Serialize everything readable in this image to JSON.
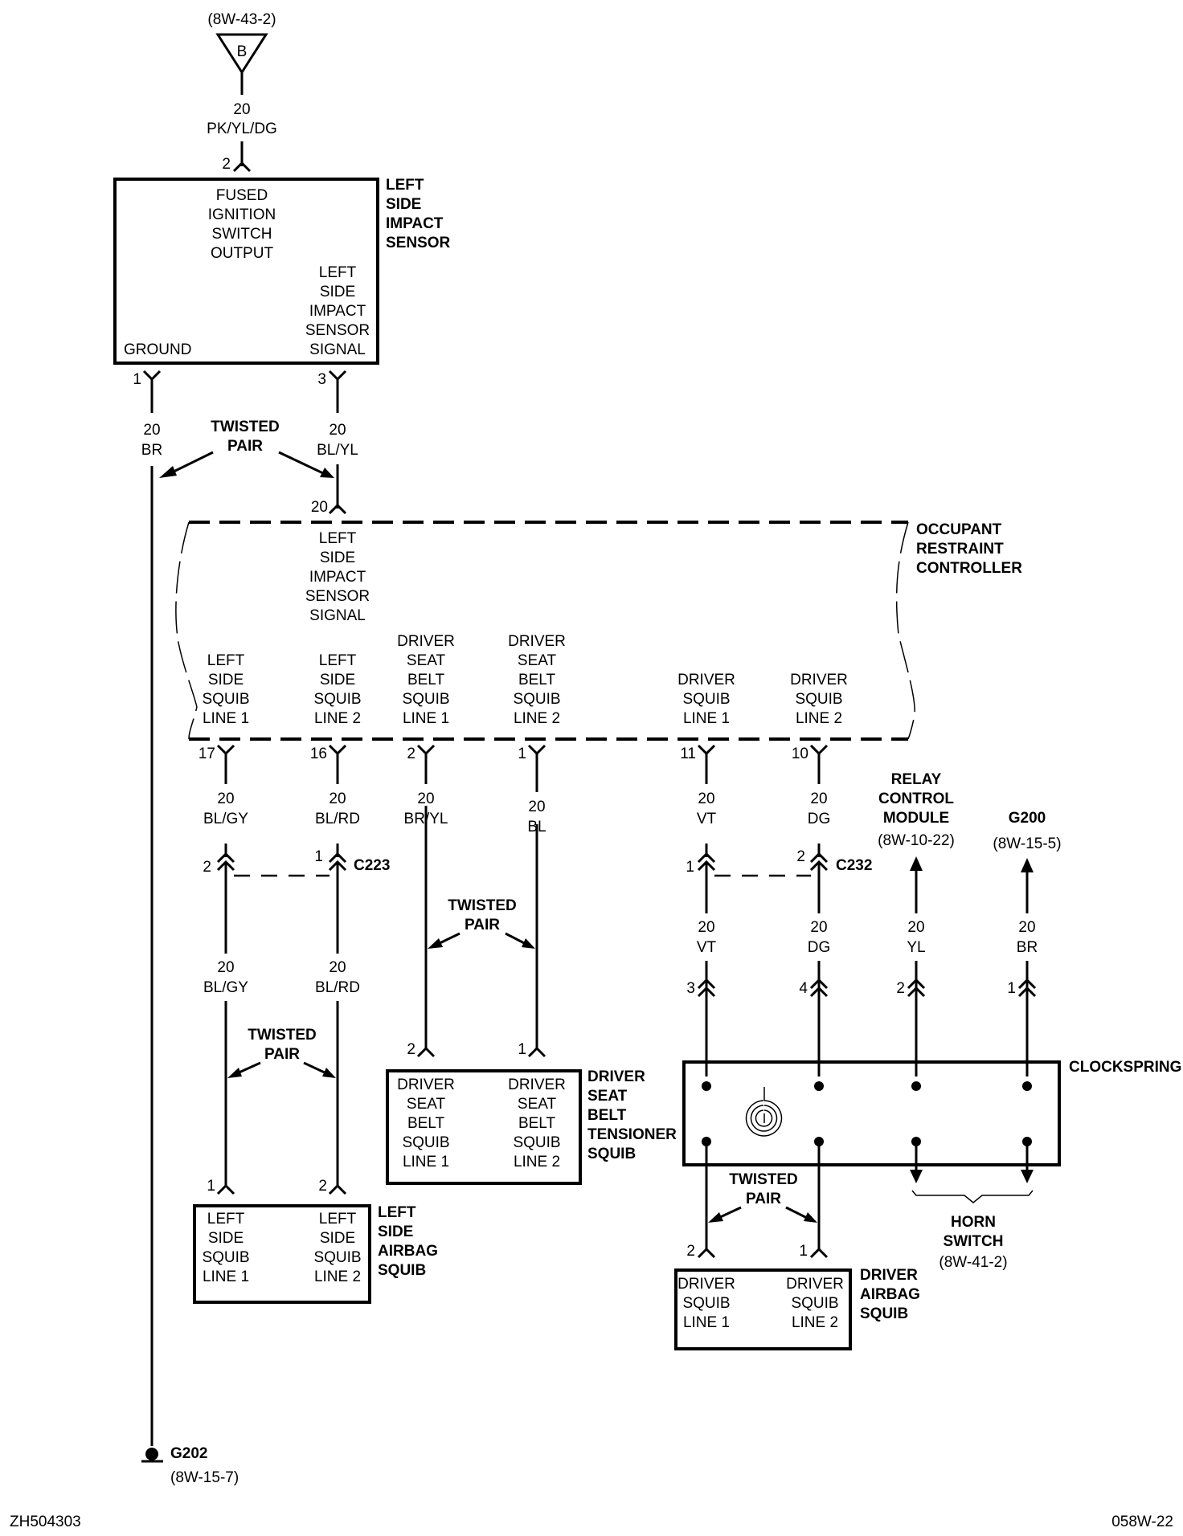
{
  "diagram": {
    "page_id": "ZH504303",
    "page_ref": "058W-22",
    "fuse_source": {
      "ref": "(8W-43-2)",
      "symbol_letter": "B",
      "wire_gauge": "20",
      "wire_color": "PK/YL/DG",
      "pin": "2"
    },
    "left_side_impact_sensor": {
      "name_lines": [
        "LEFT",
        "SIDE",
        "IMPACT",
        "SENSOR"
      ],
      "pin_fused_lines": [
        "FUSED",
        "IGNITION",
        "SWITCH",
        "OUTPUT"
      ],
      "pin_signal_lines": [
        "LEFT",
        "SIDE",
        "IMPACT",
        "SENSOR",
        "SIGNAL"
      ],
      "pin_ground": "GROUND",
      "ground_pin": "1",
      "signal_pin": "3"
    },
    "sensor_wires": {
      "ground_gauge": "20",
      "ground_color": "BR",
      "signal_gauge": "20",
      "signal_color": "BL/YL",
      "twisted_pair": [
        "TWISTED",
        "PAIR"
      ]
    },
    "occupant_restraint_controller": {
      "name_lines": [
        "OCCUPANT",
        "RESTRAINT",
        "CONTROLLER"
      ],
      "signal_input_pin": "20",
      "signal_input_lines": [
        "LEFT",
        "SIDE",
        "IMPACT",
        "SENSOR",
        "SIGNAL"
      ],
      "outputs": [
        {
          "lines": [
            "LEFT",
            "SIDE",
            "SQUIB",
            "LINE 1"
          ],
          "pin": "17",
          "gauge": "20",
          "color": "BL/GY"
        },
        {
          "lines": [
            "LEFT",
            "SIDE",
            "SQUIB",
            "LINE 2"
          ],
          "pin": "16",
          "gauge": "20",
          "color": "BL/RD"
        },
        {
          "lines": [
            "DRIVER",
            "SEAT",
            "BELT",
            "SQUIB",
            "LINE 1"
          ],
          "pin": "2",
          "gauge": "20",
          "color": "BR/YL"
        },
        {
          "lines": [
            "DRIVER",
            "SEAT",
            "BELT",
            "SQUIB",
            "LINE 2"
          ],
          "pin": "1",
          "gauge": "20",
          "color": "BL"
        },
        {
          "lines": [
            "DRIVER",
            "SQUIB",
            "LINE 1"
          ],
          "pin": "11",
          "gauge": "20",
          "color": "VT"
        },
        {
          "lines": [
            "DRIVER",
            "SQUIB",
            "LINE 2"
          ],
          "pin": "10",
          "gauge": "20",
          "color": "DG"
        }
      ]
    },
    "connector_c223": {
      "name": "C223",
      "pin_left": "2",
      "pin_right": "1",
      "lower_left_gauge": "20",
      "lower_left_color": "BL/GY",
      "lower_right_gauge": "20",
      "lower_right_color": "BL/RD"
    },
    "connector_c232": {
      "name": "C232",
      "pin_left": "1",
      "pin_right": "2",
      "lower_left_gauge": "20",
      "lower_left_color": "VT",
      "lower_right_gauge": "20",
      "lower_right_color": "DG"
    },
    "relay_control_module": {
      "name_lines": [
        "RELAY",
        "CONTROL",
        "MODULE"
      ],
      "ref": "(8W-10-22)",
      "gauge": "20",
      "color": "YL"
    },
    "g200": {
      "name": "G200",
      "ref": "(8W-15-5)",
      "gauge": "20",
      "color": "BR"
    },
    "twisted_pair_label": [
      "TWISTED",
      "PAIR"
    ],
    "left_side_airbag_squib": {
      "name_lines": [
        "LEFT",
        "SIDE",
        "AIRBAG",
        "SQUIB"
      ],
      "pin_left": "1",
      "pin_right": "2",
      "left_lines": [
        "LEFT",
        "SIDE",
        "SQUIB",
        "LINE 1"
      ],
      "right_lines": [
        "LEFT",
        "SIDE",
        "SQUIB",
        "LINE 2"
      ]
    },
    "seat_belt_tensioner_squib": {
      "name_lines": [
        "DRIVER",
        "SEAT",
        "BELT",
        "TENSIONER",
        "SQUIB"
      ],
      "pin_left": "2",
      "pin_right": "1",
      "left_lines": [
        "DRIVER",
        "SEAT",
        "BELT",
        "SQUIB",
        "LINE 1"
      ],
      "right_lines": [
        "DRIVER",
        "SEAT",
        "BELT",
        "SQUIB",
        "LINE 2"
      ]
    },
    "clockspring": {
      "name": "CLOCKSPRING",
      "pins": [
        "3",
        "4",
        "2",
        "1"
      ]
    },
    "horn_switch": {
      "name_lines": [
        "HORN",
        "SWITCH"
      ],
      "ref": "(8W-41-2)"
    },
    "driver_airbag_squib": {
      "name_lines": [
        "DRIVER",
        "AIRBAG",
        "SQUIB"
      ],
      "pin_left": "2",
      "pin_right": "1",
      "left_lines": [
        "DRIVER",
        "SQUIB",
        "LINE 1"
      ],
      "right_lines": [
        "DRIVER",
        "SQUIB",
        "LINE 2"
      ]
    },
    "ground_g202": {
      "name": "G202",
      "ref": "(8W-15-7)"
    }
  }
}
